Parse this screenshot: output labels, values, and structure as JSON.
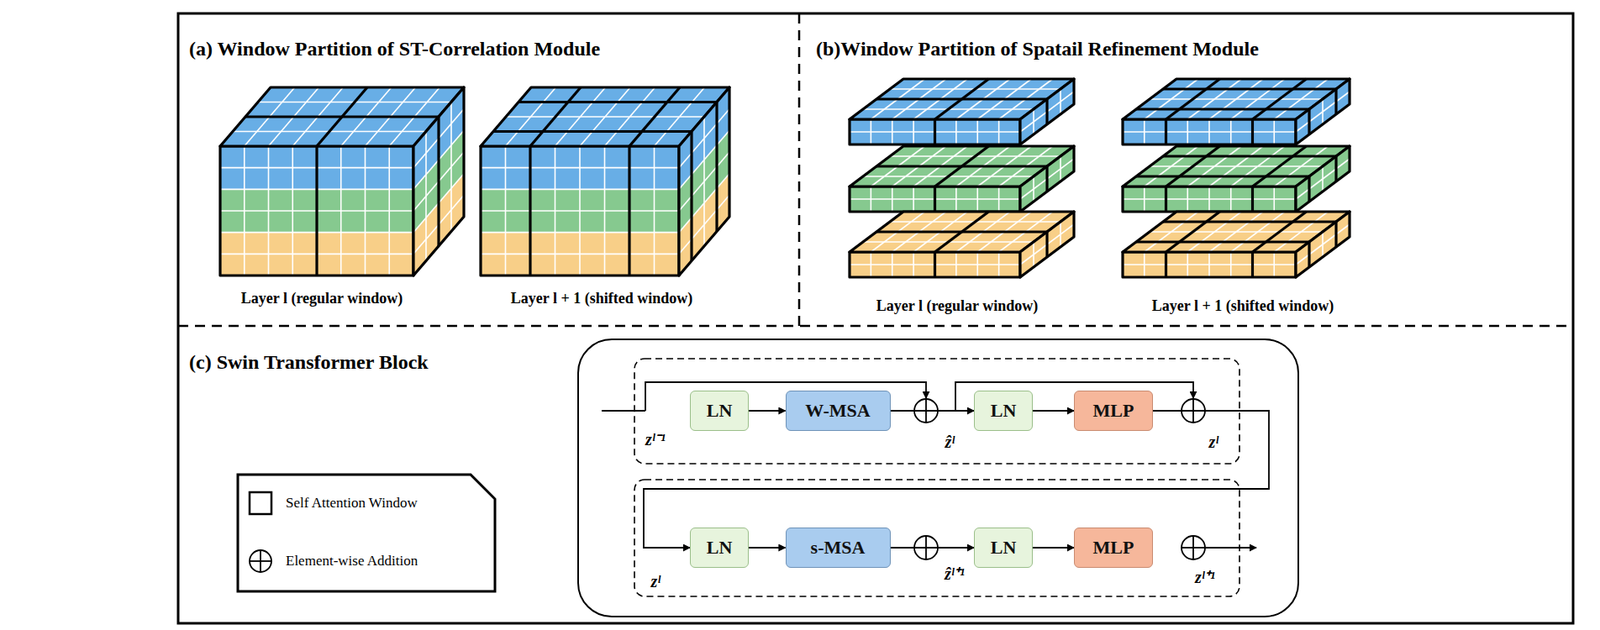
{
  "diagram": {
    "nodes": [
      {
        "text": [
          "LN"
        ]
      },
      {
        "text": [
          "W-MSA"
        ]
      },
      {
        "text": [
          "LN"
        ]
      },
      {
        "text": [
          "MLP"
        ]
      },
      {
        "text": [
          "LN"
        ]
      },
      {
        "text": [
          "s-MSA"
        ]
      },
      {
        "text": [
          "LN"
        ]
      },
      {
        "text": [
          "MLP"
        ]
      }
    ],
    "edges": [
      {
        "from": 0,
        "to": 1,
        "arrow": "to"
      },
      {
        "from": 1,
        "to": 2,
        "arrow": "to"
      },
      {
        "from": 2,
        "to": 3,
        "arrow": "to"
      },
      {
        "from": 3,
        "to": 4,
        "arrow": "to"
      },
      {
        "from": 4,
        "to": 5,
        "arrow": "to"
      },
      {
        "from": 5,
        "to": 6,
        "arrow": "to"
      },
      {
        "from": 6,
        "to": 7,
        "arrow": "to"
      }
    ],
    "labels": [
      "(a) Window Partition of ST-Correlation Module",
      "(b)Window Partition of Spatail Refinement Module",
      "Layer l (regular window)",
      "Layer l + 1 (shifted window)",
      "Layer l (regular window)",
      "Layer l + 1 (shifted window)",
      "(c) Swin Transformer Block",
      "zˡ⁻¹",
      "ẑˡ",
      "zˡ",
      "zˡ",
      "ẑˡ⁺¹",
      "zˡ⁺¹"
    ],
    "legend": [
      {
        "text": "Self Attention Window"
      },
      {
        "text": "Element-wise Addition"
      }
    ]
  }
}
